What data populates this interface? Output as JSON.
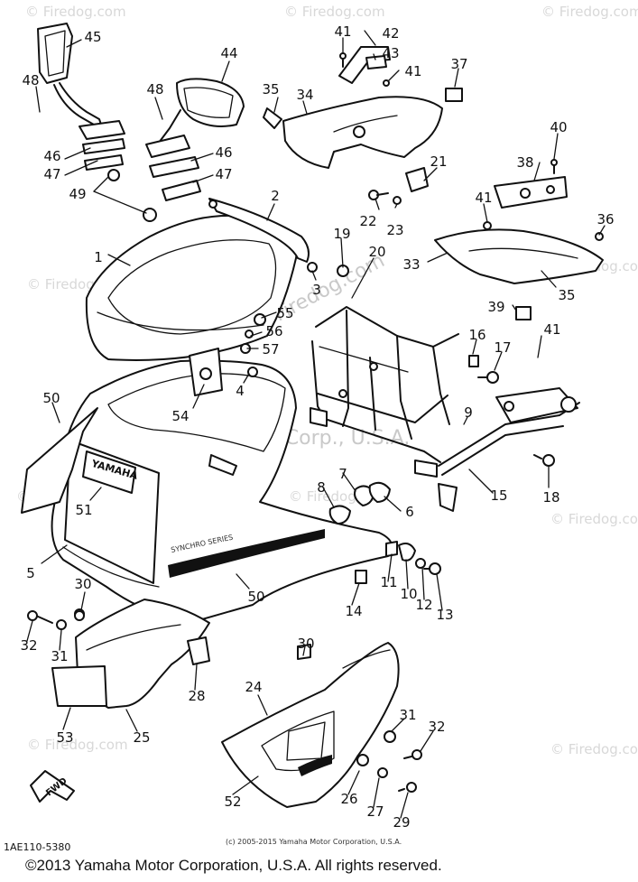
{
  "diagram": {
    "part_code": "1AE110-5380",
    "small_copyright": "(c) 2005-2015 Yamaha Motor Corporation, U.S.A.",
    "footer_copyright": "©2013 Yamaha Motor Corporation, U.S.A. All rights reserved.",
    "fwd_label": "FWD",
    "yamaha_label": "YAMAHA",
    "stripe_label": "SYNCHRO SERIES",
    "watermark_site": "© Firedog.com",
    "watermark_center": "Firedog.com",
    "watermark_yamaha": "Yamaha Motor Corp., U.S.A.",
    "callouts": {
      "n1": "1",
      "n2": "2",
      "n3": "3",
      "n4": "4",
      "n5": "5",
      "n6": "6",
      "n7": "7",
      "n8": "8",
      "n9": "9",
      "n10": "10",
      "n11": "11",
      "n12": "12",
      "n13": "13",
      "n14": "14",
      "n15": "15",
      "n16": "16",
      "n17": "17",
      "n18": "18",
      "n19": "19",
      "n20": "20",
      "n21": "21",
      "n22": "22",
      "n23": "23",
      "n24": "24",
      "n25": "25",
      "n26": "26",
      "n27": "27",
      "n28": "28",
      "n29": "29",
      "n30": "30",
      "n31": "31",
      "n32": "32",
      "n33": "33",
      "n34": "34",
      "n35": "35",
      "n36": "36",
      "n37": "37",
      "n38": "38",
      "n39": "39",
      "n40": "40",
      "n41": "41",
      "n42": "42",
      "n43": "43",
      "n44": "44",
      "n45": "45",
      "n46": "46",
      "n47": "47",
      "n48": "48",
      "n49": "49",
      "n50": "50",
      "n51": "51",
      "n52": "52",
      "n53": "53",
      "n54": "54",
      "n55": "55",
      "n56": "56",
      "n57": "57"
    }
  }
}
